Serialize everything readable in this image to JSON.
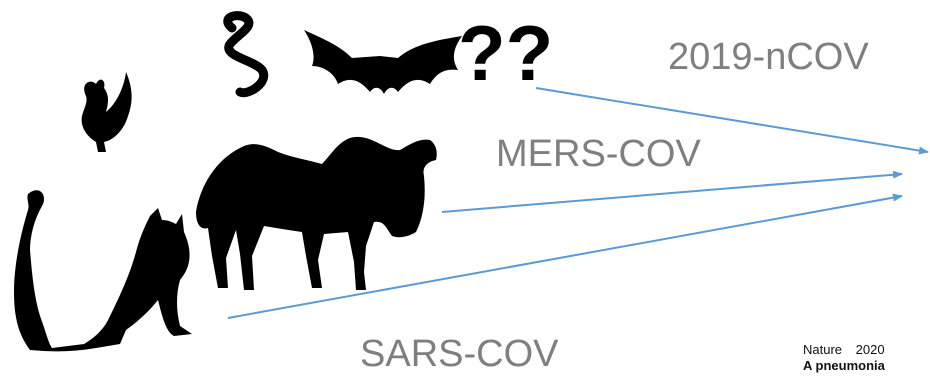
{
  "labels": {
    "ncov": "2019-nCOV",
    "mers": "MERS-COV",
    "sars": "SARS-COV"
  },
  "citation": {
    "line1": "Nature 2020",
    "line2": "A pneumonia"
  },
  "animals": {
    "question_marks": "??"
  },
  "icons": [
    "snake-icon",
    "bat-icon",
    "rooster-icon",
    "camel-icon",
    "cat-icon",
    "arrow-icon"
  ],
  "colors": {
    "arrow": "#5b9bd5",
    "label": "#7f7f7f",
    "silhouette": "#000000"
  }
}
